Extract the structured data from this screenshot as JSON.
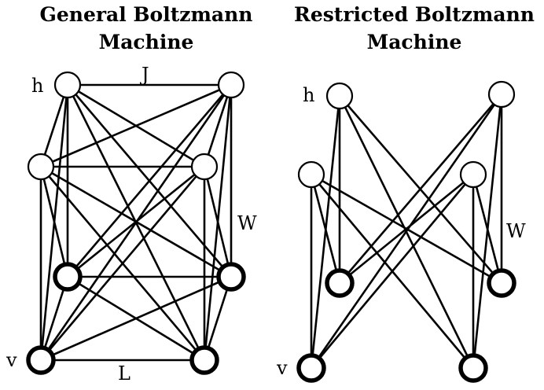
{
  "diagrams": [
    {
      "id": "general",
      "title_line1": "General Boltzmann",
      "title_line2": "Machine",
      "labels": {
        "h": "h",
        "v": "v",
        "J": "J",
        "L": "L",
        "W": "W"
      },
      "hidden_nodes": 4,
      "visible_nodes": 4,
      "connections": "fully connected: hidden-hidden (J), visible-visible (L), hidden-visible (W)"
    },
    {
      "id": "restricted",
      "title_line1": "Restricted Boltzmann",
      "title_line2": "Machine",
      "labels": {
        "h": "h",
        "v": "v",
        "W": "W"
      },
      "hidden_nodes": 4,
      "visible_nodes": 4,
      "connections": "bipartite: hidden-visible (W) only"
    }
  ],
  "colors": {
    "stroke": "#000000",
    "background": "#ffffff",
    "node_fill": "#ffffff"
  }
}
